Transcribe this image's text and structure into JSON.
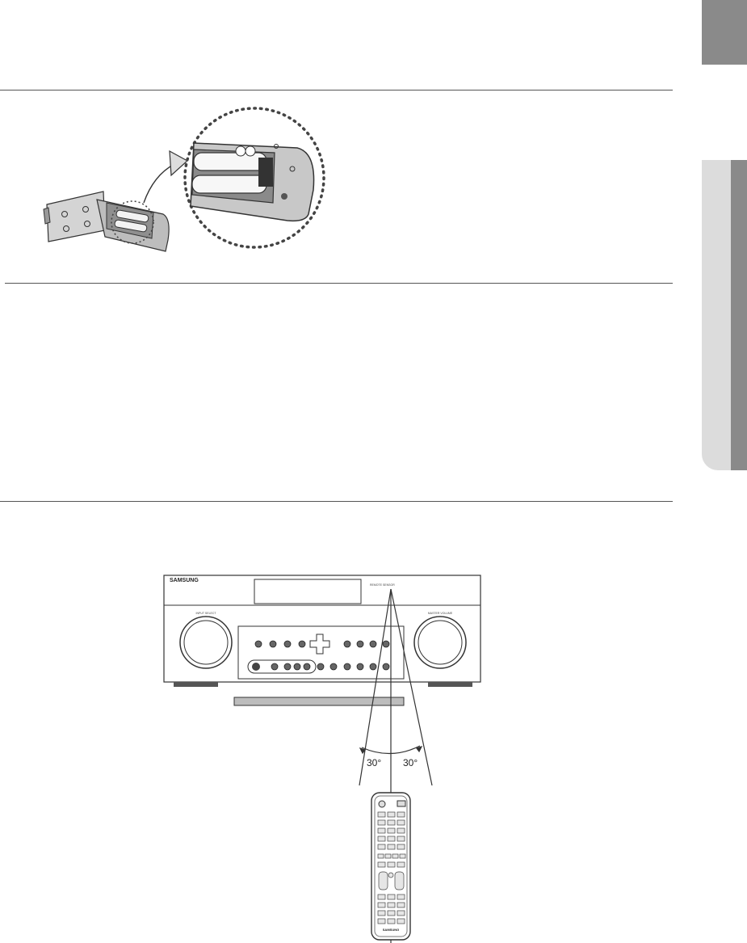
{
  "page_tabs": {
    "top_tab_color": "#8a8a8a",
    "side_tab_light": "#dcdcdc",
    "side_tab_dark": "#8a8a8a"
  },
  "battery_figure": {
    "icons": [
      "remote-battery-compartment",
      "battery-cover",
      "curved-arrow",
      "magnified-battery-detail"
    ]
  },
  "operation_range_figure": {
    "receiver_brand": "SAMSUNG",
    "left_knob_label": "INPUT SELECT",
    "right_knob_label": "MASTER VOLUME",
    "remote_sensor_label": "REMOTE SENSOR",
    "angle_left": "30°",
    "angle_right": "30°",
    "remote_brand": "SAMSUNG"
  }
}
